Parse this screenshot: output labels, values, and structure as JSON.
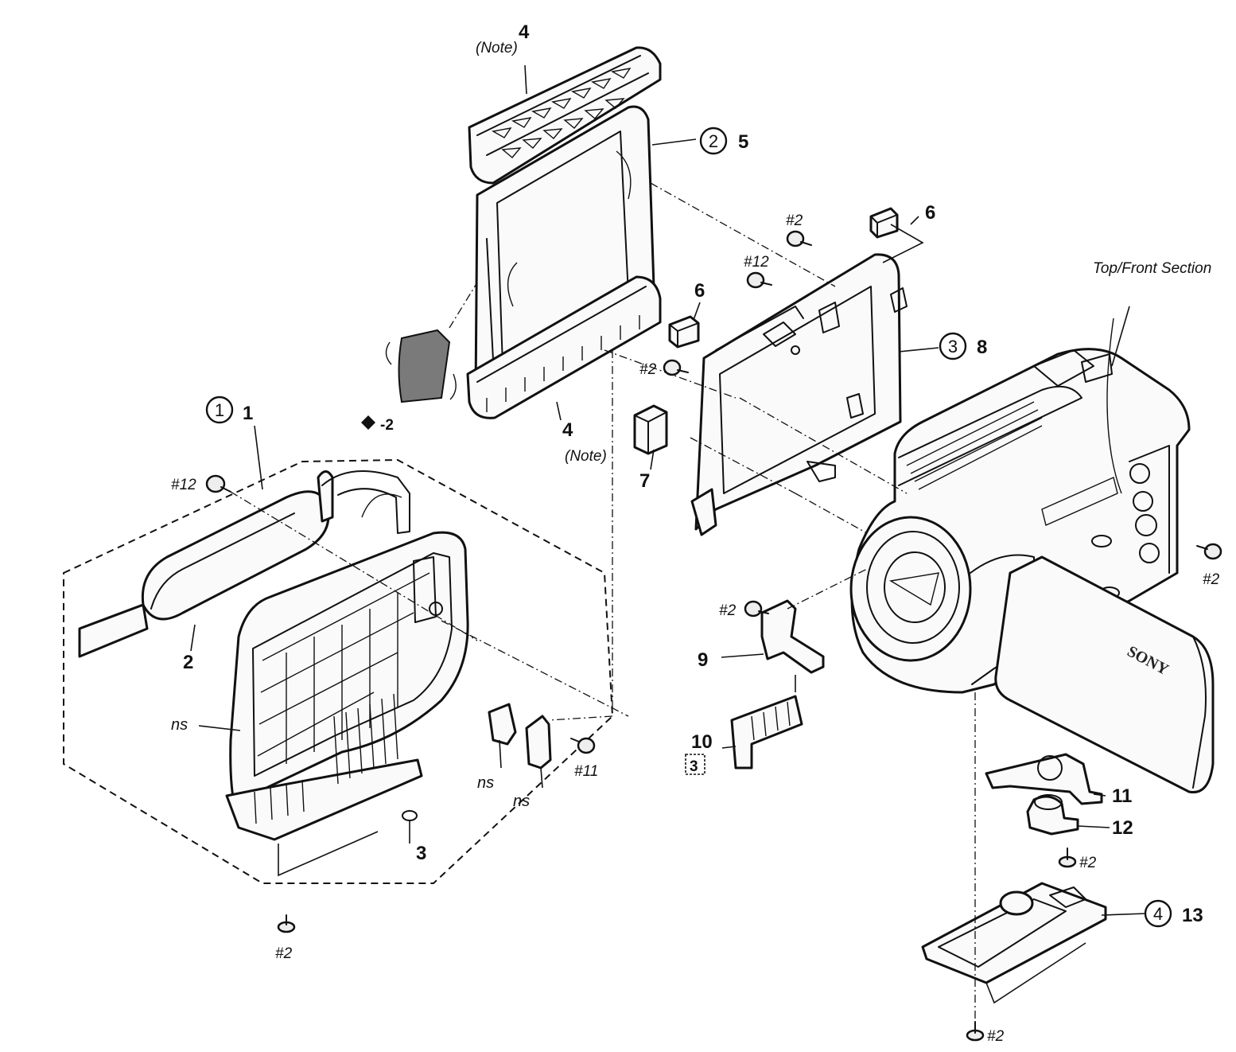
{
  "section_title": "Top/Front Section",
  "brand_mark": "SONY",
  "labels": {
    "p1": "1",
    "p2": "2",
    "p3": "3",
    "p4_top": "4",
    "p4_bottom": "4",
    "p5": "5",
    "p6_a": "6",
    "p6_b": "6",
    "p7": "7",
    "p8": "8",
    "p9": "9",
    "p10": "10",
    "p11": "11",
    "p12": "12",
    "p13": "13",
    "minus2": "-2",
    "note_top": "(Note)",
    "note_bottom": "(Note)",
    "ns_a": "ns",
    "ns_b": "ns",
    "ns_c": "ns"
  },
  "assembly_refs": {
    "a1": "1",
    "a2": "2",
    "a3": "3",
    "a4": "4",
    "box3": "3"
  },
  "screws": {
    "s_12_left": "#12",
    "s_2_bottom_left": "#2",
    "s_11": "#11",
    "s_2_top": "#2",
    "s_12_mid": "#12",
    "s_2_mid": "#2",
    "s_2_right": "#2",
    "s_2_bracket": "#2",
    "s_2_base": "#2",
    "s_2_bottom": "#2"
  }
}
